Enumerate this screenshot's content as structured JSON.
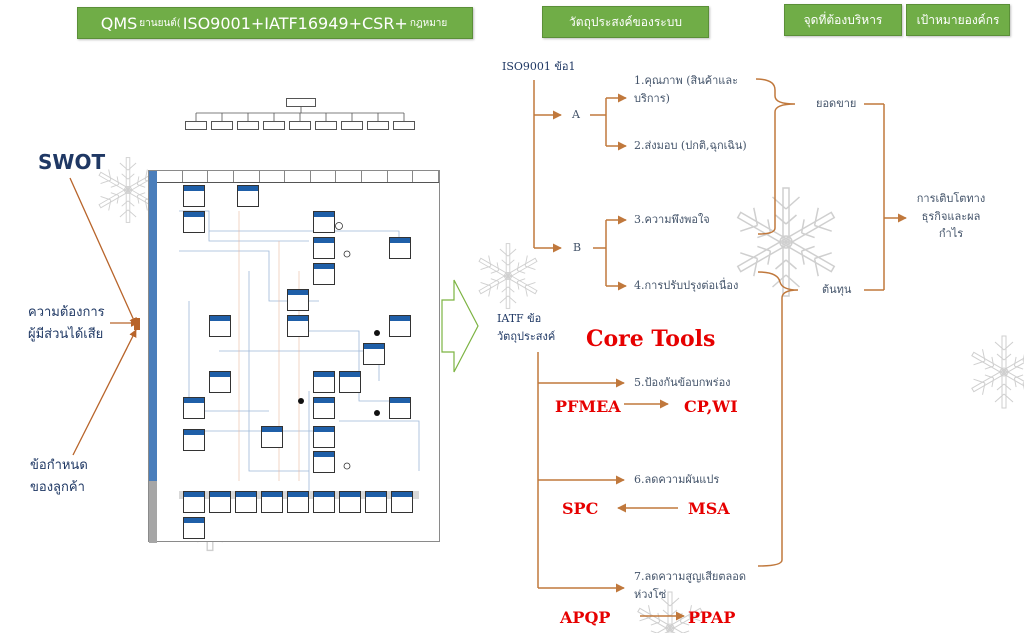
{
  "header": {
    "qms_title_prefix": "QMS",
    "qms_title_small": "ยานยนต์(",
    "qms_title_main": "ISO9001+IATF16949+CSR+",
    "qms_title_suffix": "กฎหมาย",
    "objectives_button": "วัตถุประสงค์ของระบบ",
    "management_points_button": "จุดที่ต้องบริหาร",
    "organization_goal_button": "เป้าหมายองค์กร"
  },
  "left_inputs": {
    "swot": "SWOT",
    "stakeholder_needs_line1": "ความต้องการ",
    "stakeholder_needs_line2": "ผู้มีส่วนได้เสีย",
    "customer_req_line1": "ข้อกำหนด",
    "customer_req_line2": "ของลูกค้า"
  },
  "iso": {
    "heading": "ISO9001 ข้อ1",
    "group_a": "A",
    "group_b": "B",
    "item1_line1": "1.คุณภาพ (สินค้าและ",
    "item1_line2": "บริการ)",
    "item2": "2.ส่งมอบ (ปกติ,ฉุกเฉิน)",
    "item3": "3.ความพึงพอใจ",
    "item4": "4.การปรับปรุงต่อเนื่อง"
  },
  "iatf": {
    "heading_line1": "IATF ข้อ",
    "heading_line2": "วัตถุประสงค์",
    "core_tools_title": "Core Tools",
    "item5": "5.ป้องกันข้อบกพร่อง",
    "item6": "6.ลดความผันแปร",
    "item7_line1": "7.ลดความสูญเสียตลอด",
    "item7_line2": "ห่วงโซ่",
    "tool_pfmea": "PFMEA",
    "tool_cpwi": "CP,WI",
    "tool_spc": "SPC",
    "tool_msa": "MSA",
    "tool_apqp": "APQP",
    "tool_ppap": "PPAP"
  },
  "management": {
    "sales": "ยอดขาย",
    "cost": "ต้นทุน"
  },
  "goal": {
    "line1": "การเติบโตทาง",
    "line2": "ธุรกิจและผล",
    "line3": "กำไร"
  },
  "colors": {
    "green_button": "#70ad47",
    "connector_brown": "#c0783c",
    "core_tools_red": "#e60000",
    "text_navy": "#1f3864",
    "lane_blue": "#4a7ebb"
  }
}
